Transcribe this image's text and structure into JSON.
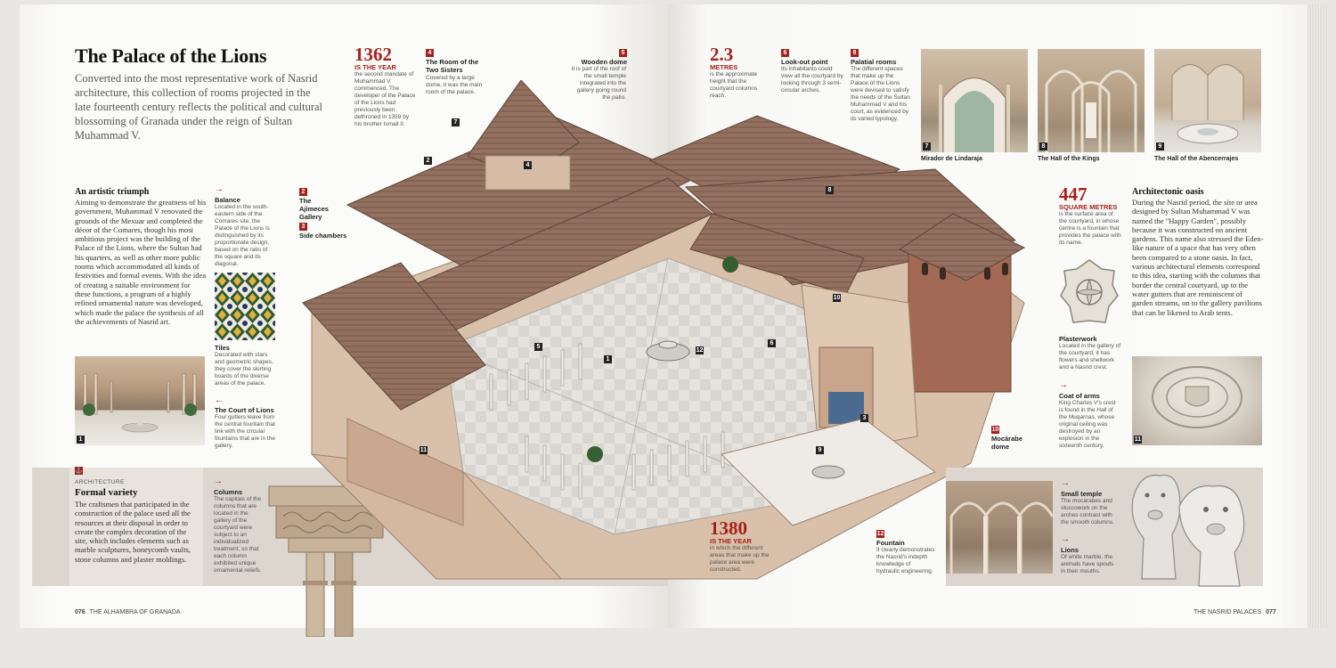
{
  "colors": {
    "accent": "#a8201a",
    "roof": "#8f6d5d",
    "wall": "#c9aa92",
    "panel": "#dcd6cf"
  },
  "left": {
    "title": "The Palace of the Lions",
    "intro": "Converted into the most representative work of Nasrid architecture, this collection of rooms projected in the late fourteenth century reflects the political and cultural blossoming of Granada under the reign of Sultan Muhammad V.",
    "triumph": {
      "heading": "An artistic triumph",
      "body": "Aiming to demonstrate the greatness of his government, Muhammad V renovated the grounds of the Mexuar and completed the décor of the Comares, though his most ambitious project was the building of the Palace of the Lions, where the Sultan had his quarters, as well as other more public rooms which accommodated all kinds of festivities and formal events. With the idea of creating a suitable environment for these functions, a program of a highly refined ornamental nature was developed, which made the palace the synthesis of all the achievements of Nasrid art."
    },
    "balance": {
      "title": "Balance",
      "body": "Located in the south-eastern side of the Comares site, the Palace of the Lions is distinguished by its proportionate design, based on the ratio of the square and its diagonal."
    },
    "tiles": {
      "title": "Tiles",
      "body": "Decorated with stars and geometric shapes, they cover the skirting boards of the diverse areas of the palace."
    },
    "court": {
      "title": "The Court of Lions",
      "body": "Four gutters leave from the central fountain that link with the circular fountains that are in the gallery."
    },
    "photo_num": "1",
    "architecture": {
      "kicker": "ARCHITECTURE",
      "heading": "Formal variety",
      "body": "The craftsmen that participated in the construction of the palace used all the resources at their disposal in order to create the complex decoration of the site, which includes elements such as marble sculptures, honeycomb vaults, stone columns and plaster moldings."
    },
    "columns": {
      "title": "Columns",
      "body": "The capitals of the columns that are located in the gallery of the courtyard were subject to an individualized treatment, so that each column exhibited unique ornamental reliefs."
    },
    "folio": "076",
    "running_head": "THE ALHAMBRA OF GRANADA"
  },
  "center": {
    "year1362": {
      "big": "1362",
      "label": "IS THE YEAR",
      "body": "the second mandate of Muhammad V commenced. The developer of the Palace of the Lions had previously been dethroned in 1359 by his brother Ismail II."
    },
    "sisters": {
      "num": "4",
      "title": "The Room of the Two Sisters",
      "body": "Covered by a large dome, it was the main room of the palace."
    },
    "ajimeces": {
      "num": "2",
      "title": "The Ajimeces Gallery"
    },
    "side": {
      "num": "3",
      "title": "Side chambers"
    },
    "wooden": {
      "num": "5",
      "title": "Wooden dome",
      "body": "It is part of the roof of the small temple integrated into the gallery going round the patio."
    },
    "year1380": {
      "big": "1380",
      "label": "IS THE YEAR",
      "body": "in which the different areas that make up the palace area were constructed."
    },
    "fountain": {
      "num": "12",
      "title": "Fountain",
      "body": "It clearly demonstrates the Nasrid's indepth knowledge of hydraulic engineering."
    },
    "mocarabe": {
      "num": "10",
      "title": "Mocárabe dome"
    },
    "markers": [
      "1",
      "2",
      "3",
      "4",
      "5",
      "6",
      "7",
      "8",
      "9",
      "10",
      "11",
      "11",
      "12"
    ]
  },
  "right": {
    "metres": {
      "big": "2.3",
      "label": "METRES",
      "body": "is the approximate height that the courtyard columns reach."
    },
    "lookout": {
      "num": "6",
      "title": "Look-out point",
      "body": "Its inhabitants could view all the courtyard by looking through 3 semi-circular arches."
    },
    "palatial": {
      "num": "8",
      "title": "Palatial rooms",
      "body": "The different spaces that make up the Palace of the Lions were devised to satisfy the needs of the Sultan Muhammad V and his court, as evidenced by its varied typology."
    },
    "photos": [
      {
        "num": "7",
        "caption": "Mirador de Lindaraja"
      },
      {
        "num": "8",
        "caption": "The Hall of the Kings"
      },
      {
        "num": "9",
        "caption": "The Hall of the Abencerrajes"
      }
    ],
    "sqm": {
      "big": "447",
      "label": "SQUARE METRES",
      "body": "is the surface area of the courtyard, in whose centre is a fountain that provides the palace with its name."
    },
    "oasis": {
      "heading": "Architectonic oasis",
      "body": "During the Nasrid period, the site or area designed by Sultan Muhammad V was named the \"Happy Garden\", possibly because it was constructed on ancient gardens. This name also stressed the Eden-like nature of a space that has very often been compared to a stone oasis. In fact, various architectural elements correspond to this idea, starting with the columns that border the central courtyard, up to the water gutters that are reminiscent of garden streams, on to the gallery pavilions that can be likened to Arab tents."
    },
    "plaster": {
      "title": "Plasterwork",
      "body": "Located in the gallery of the courtyard, it has flowers and shellwork and a Nasrid crest."
    },
    "arms": {
      "title": "Coat of arms",
      "body": "King Charles V's crest is found in the Hall of the Muqarnas, whose original ceiling was destroyed by an explosion in the sixteenth century."
    },
    "arms_num": "11",
    "temple": {
      "title": "Small temple",
      "body": "The mocárabes and stuccowork on the arches contrast with the smooth columns."
    },
    "lions": {
      "title": "Lions",
      "body": "Of white marble, the animals have spouts in their mouths."
    },
    "running_head": "THE NASRID PALACES",
    "folio": "077"
  }
}
